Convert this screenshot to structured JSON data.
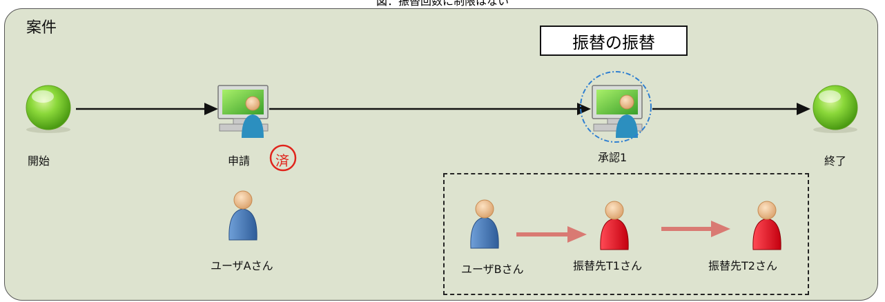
{
  "caption": "図：振替回数に制限はない",
  "panel": {
    "title": "案件",
    "header_box": "振替の振替"
  },
  "nodes": {
    "start": "開始",
    "apply": "申請",
    "approve": "承認1",
    "end": "終了"
  },
  "stamp": "済",
  "users": {
    "user_a": "ユーザAさん",
    "user_b": "ユーザBさん",
    "t1": "振替先T1さん",
    "t2": "振替先T2さん"
  },
  "colors": {
    "panel_bg": "#dde3cf",
    "green_node": "#7ccf2a",
    "stamp_red": "#e0241b",
    "transfer_arrow": "#d97a73",
    "highlight_circle": "#2f7fd0",
    "user_blue": "#3b6fb0",
    "user_red": "#e0101e"
  }
}
